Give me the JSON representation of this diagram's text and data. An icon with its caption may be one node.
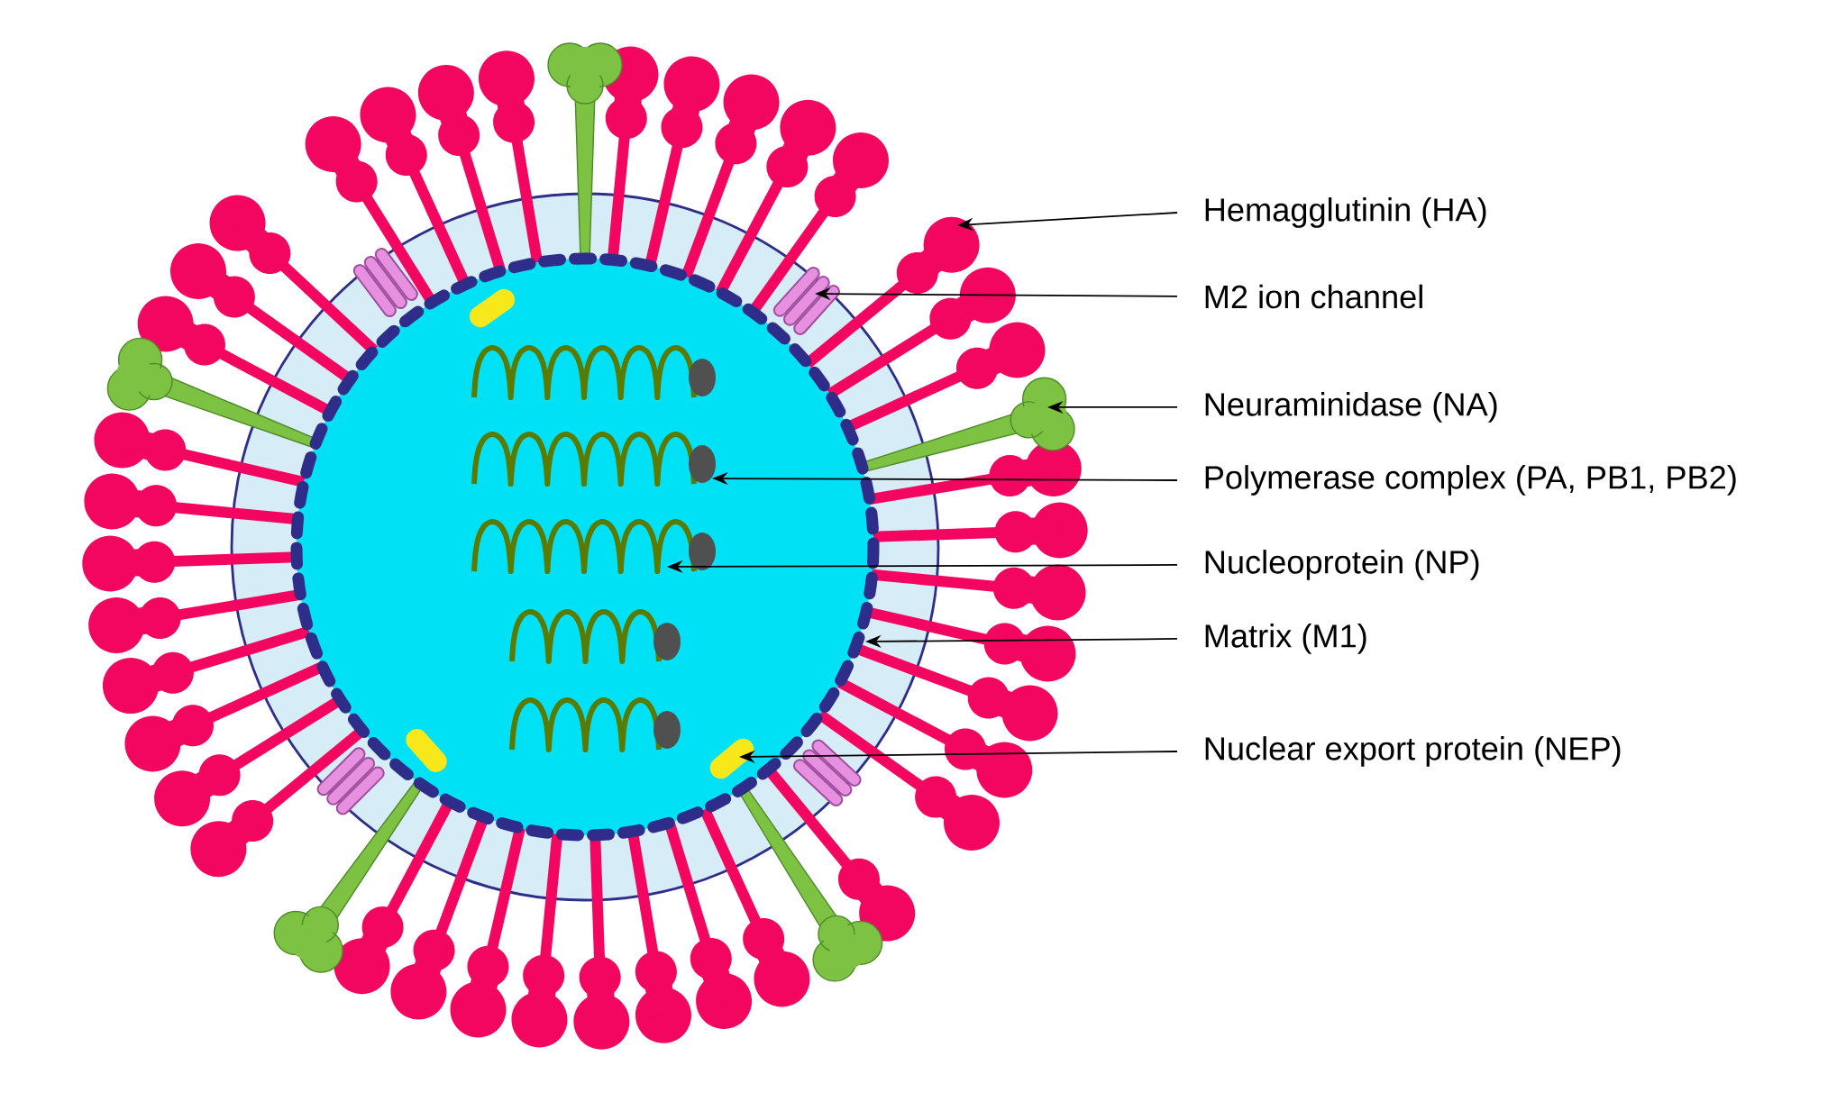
{
  "diagram": {
    "nodes": [
      {
        "text": [
          "Hemagglutinin (HA)"
        ]
      },
      {
        "text": [
          "M2 ion channel"
        ]
      },
      {
        "text": [
          "Neuraminidase (NA)"
        ]
      },
      {
        "text": [
          "Polymerase complex (PA, PB1, PB2)"
        ]
      },
      {
        "text": [
          "Nucleoprotein (NP)"
        ]
      },
      {
        "text": [
          "Matrix (M1)"
        ]
      },
      {
        "text": [
          "Nuclear export protein (NEP)"
        ]
      }
    ],
    "edges": [
      {
        "from": 0,
        "to": null,
        "arrow": "to"
      },
      {
        "from": 1,
        "to": null,
        "arrow": "to"
      },
      {
        "from": 2,
        "to": null,
        "arrow": "to"
      },
      {
        "from": 3,
        "to": null,
        "arrow": "to"
      },
      {
        "from": 4,
        "to": null,
        "arrow": "to"
      },
      {
        "from": 5,
        "to": null,
        "arrow": "to"
      },
      {
        "from": 6,
        "to": null,
        "arrow": "to"
      }
    ]
  }
}
